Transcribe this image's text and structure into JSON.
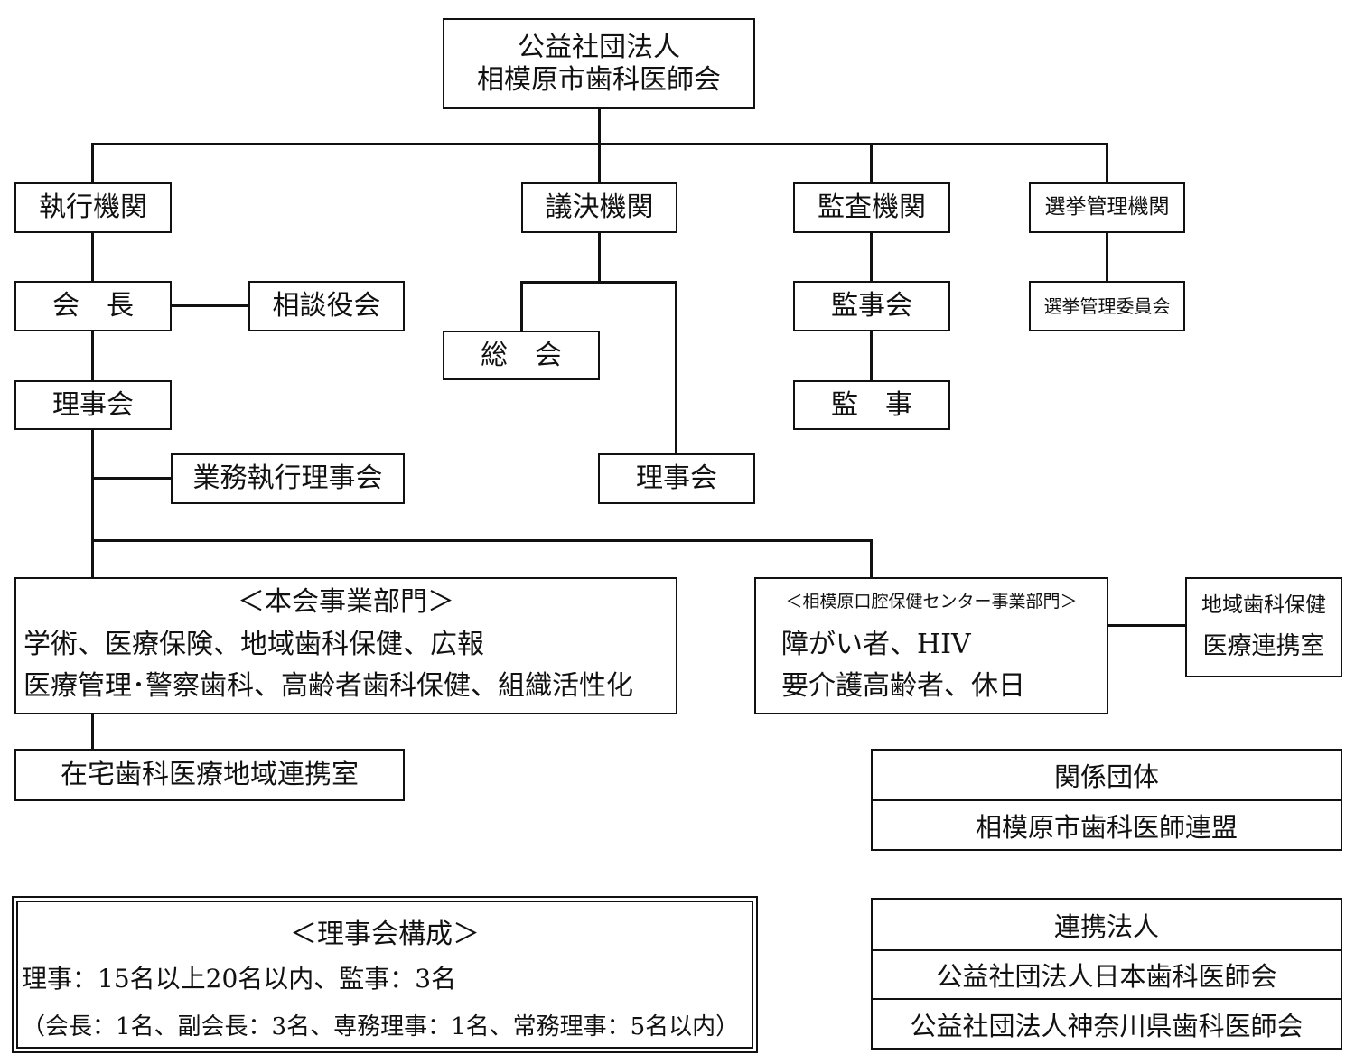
{
  "root": {
    "line1": "公益社団法人",
    "line2": "相模原市歯科医師会"
  },
  "organs": {
    "executive": "執行機関",
    "deliberative": "議決機関",
    "audit": "監査機関",
    "election": "選挙管理機関"
  },
  "executive": {
    "president": "会　長",
    "advisors": "相談役会",
    "board": "理事会",
    "business_board": "業務執行理事会"
  },
  "deliberative": {
    "general_meeting": "総　会",
    "board": "理事会"
  },
  "audit": {
    "auditors_board": "監事会",
    "auditor": "監　事"
  },
  "election": {
    "committee": "選挙管理委員会"
  },
  "main_division": {
    "title": "＜本会事業部門＞",
    "line1": "学術、医療保険、地域歯科保健、広報",
    "line2": "医療管理･警察歯科、高齢者歯科保健、組織活性化"
  },
  "home_care_office": "在宅歯科医療地域連携室",
  "center_division": {
    "title": "＜相模原口腔保健センター事業部門＞",
    "line1": "障がい者、HIV",
    "line2": "要介護高齢者、休日"
  },
  "regional_office": {
    "line1": "地域歯科保健",
    "line2": "医療連携室"
  },
  "related_orgs": {
    "header": "関係団体",
    "items": [
      "相模原市歯科医師連盟"
    ]
  },
  "board_composition": {
    "title": "＜理事会構成＞",
    "line1": "理事：15名以上20名以内、監事：3名",
    "line2": "（会長：1名、副会長：3名、専務理事：1名、常務理事：5名以内）"
  },
  "partner_orgs": {
    "header": "連携法人",
    "items": [
      "公益社団法人日本歯科医師会",
      "公益社団法人神奈川県歯科医師会"
    ]
  }
}
